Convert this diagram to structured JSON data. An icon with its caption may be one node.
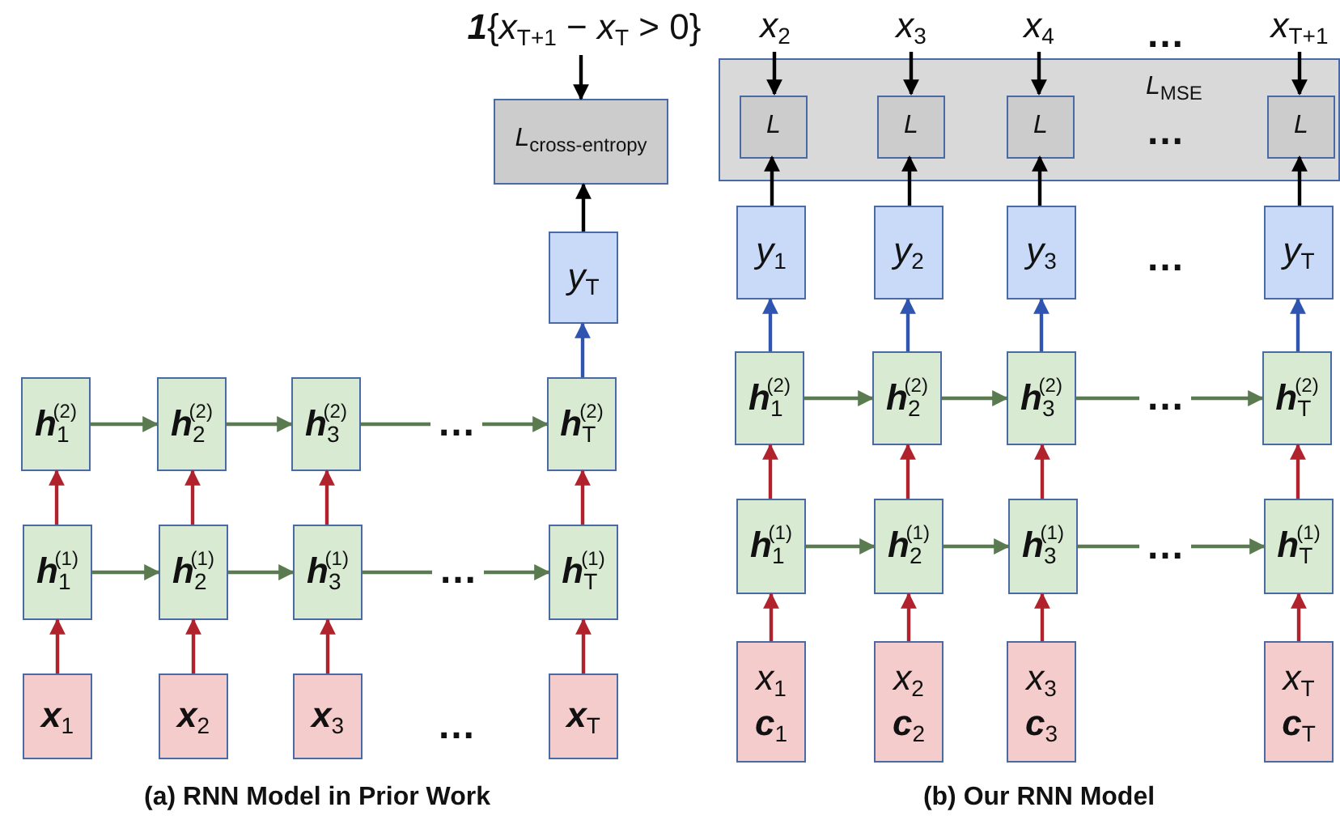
{
  "diagram": {
    "nodes": [
      {
        "text": [
          "**1**{*x*$_{T+1}$ − *x*$_{T}$ > 0}"
        ]
      },
      {
        "text": [
          "*L*$_{cross-entropy}$"
        ]
      },
      {
        "text": [
          "*y*$_{T}$"
        ]
      },
      {
        "text": [
          "**h**$_{1}$$^{(2)}$"
        ]
      },
      {
        "text": [
          "**h**$_{2}$$^{(2)}$"
        ]
      },
      {
        "text": [
          "**h**$_{3}$$^{(2)}$"
        ]
      },
      {
        "text": [
          "**h**$_{T}$$^{(2)}$"
        ]
      },
      {
        "text": [
          "**h**$_{1}$$^{(1)}$"
        ]
      },
      {
        "text": [
          "**h**$_{2}$$^{(1)}$"
        ]
      },
      {
        "text": [
          "**h**$_{3}$$^{(1)}$"
        ]
      },
      {
        "text": [
          "**h**$_{T}$$^{(1)}$"
        ]
      },
      {
        "text": [
          "**x**$_{1}$"
        ]
      },
      {
        "text": [
          "**x**$_{2}$"
        ]
      },
      {
        "text": [
          "**x**$_{3}$"
        ]
      },
      {
        "text": [
          "**x**$_{T}$"
        ]
      },
      {
        "text": [
          "*x*$_{2}$"
        ]
      },
      {
        "text": [
          "*x*$_{3}$"
        ]
      },
      {
        "text": [
          "*x*$_{4}$"
        ]
      },
      {
        "text": [
          "*x*$_{T+1}$"
        ]
      },
      {
        "text": [
          "*L*$_{MSE}$"
        ]
      },
      {
        "text": [
          "*L*"
        ],
        "in": 19
      },
      {
        "text": [
          "*L*"
        ],
        "in": 19
      },
      {
        "text": [
          "*L*"
        ],
        "in": 19
      },
      {
        "text": [
          "*L*"
        ],
        "in": 19
      },
      {
        "text": [
          "*y*$_{1}$"
        ]
      },
      {
        "text": [
          "*y*$_{2}$"
        ]
      },
      {
        "text": [
          "*y*$_{3}$"
        ]
      },
      {
        "text": [
          "*y*$_{T}$"
        ]
      },
      {
        "text": [
          "**h**$_{1}$$^{(2)}$"
        ]
      },
      {
        "text": [
          "**h**$_{2}$$^{(2)}$"
        ]
      },
      {
        "text": [
          "**h**$_{3}$$^{(2)}$"
        ]
      },
      {
        "text": [
          "**h**$_{T}$$^{(2)}$"
        ]
      },
      {
        "text": [
          "**h**$_{1}$$^{(1)}$"
        ]
      },
      {
        "text": [
          "**h**$_{2}$$^{(1)}$"
        ]
      },
      {
        "text": [
          "**h**$_{3}$$^{(1)}$"
        ]
      },
      {
        "text": [
          "**h**$_{T}$$^{(1)}$"
        ]
      },
      {
        "text": [
          "*x*$_{1}$",
          "**c**$_{1}$"
        ]
      },
      {
        "text": [
          "*x*$_{2}$",
          "**c**$_{2}$"
        ]
      },
      {
        "text": [
          "*x*$_{3}$",
          "**c**$_{3}$"
        ]
      },
      {
        "text": [
          "*x*$_{T}$",
          "**c**$_{T}$"
        ]
      }
    ],
    "edges": [
      {
        "from": 0,
        "to": 1,
        "arrow": "to",
        "color": "#000000"
      },
      {
        "from": 2,
        "to": 1,
        "arrow": "to",
        "color": "#000000"
      },
      {
        "from": 6,
        "to": 2,
        "arrow": "to",
        "color": "#2f55b0"
      },
      {
        "from": 3,
        "to": 4,
        "arrow": "to",
        "color": "#5a7a50"
      },
      {
        "from": 4,
        "to": 5,
        "arrow": "to",
        "color": "#5a7a50"
      },
      {
        "from": 5,
        "to": 6,
        "arrow": "to",
        "color": "#5a7a50"
      },
      {
        "from": 7,
        "to": 3,
        "arrow": "to"
      },
      {
        "from": 8,
        "to": 4,
        "arrow": "to"
      },
      {
        "from": 9,
        "to": 5,
        "arrow": "to"
      },
      {
        "from": 10,
        "to": 6,
        "arrow": "to"
      },
      {
        "from": 7,
        "to": 8,
        "arrow": "to",
        "color": "#5a7a50"
      },
      {
        "from": 8,
        "to": 9,
        "arrow": "to",
        "color": "#5a7a50"
      },
      {
        "from": 9,
        "to": 10,
        "arrow": "to",
        "color": "#5a7a50"
      },
      {
        "from": 11,
        "to": 7,
        "arrow": "to"
      },
      {
        "from": 12,
        "to": 8,
        "arrow": "to"
      },
      {
        "from": 13,
        "to": 9,
        "arrow": "to"
      },
      {
        "from": 14,
        "to": 10,
        "arrow": "to"
      },
      {
        "from": 15,
        "to": 20,
        "arrow": "to",
        "color": "#000000"
      },
      {
        "from": 16,
        "to": 21,
        "arrow": "to",
        "color": "#000000"
      },
      {
        "from": 17,
        "to": 22,
        "arrow": "to",
        "color": "#000000"
      },
      {
        "from": 18,
        "to": 23,
        "arrow": "to",
        "color": "#000000"
      },
      {
        "from": 24,
        "to": 20,
        "arrow": "to",
        "color": "#000000"
      },
      {
        "from": 25,
        "to": 21,
        "arrow": "to",
        "color": "#000000"
      },
      {
        "from": 26,
        "to": 22,
        "arrow": "to",
        "color": "#000000"
      },
      {
        "from": 27,
        "to": 23,
        "arrow": "to",
        "color": "#000000"
      },
      {
        "from": 28,
        "to": 24,
        "arrow": "to",
        "color": "#2f55b0"
      },
      {
        "from": 29,
        "to": 25,
        "arrow": "to",
        "color": "#2f55b0"
      },
      {
        "from": 30,
        "to": 26,
        "arrow": "to",
        "color": "#2f55b0"
      },
      {
        "from": 31,
        "to": 27,
        "arrow": "to",
        "color": "#2f55b0"
      },
      {
        "from": 28,
        "to": 29,
        "arrow": "to",
        "color": "#5a7a50"
      },
      {
        "from": 29,
        "to": 30,
        "arrow": "to",
        "color": "#5a7a50"
      },
      {
        "from": 30,
        "to": 31,
        "arrow": "to",
        "color": "#5a7a50"
      },
      {
        "from": 32,
        "to": 28,
        "arrow": "to"
      },
      {
        "from": 33,
        "to": 29,
        "arrow": "to"
      },
      {
        "from": 34,
        "to": 30,
        "arrow": "to"
      },
      {
        "from": 35,
        "to": 31,
        "arrow": "to"
      },
      {
        "from": 32,
        "to": 33,
        "arrow": "to",
        "color": "#5a7a50"
      },
      {
        "from": 33,
        "to": 34,
        "arrow": "to",
        "color": "#5a7a50"
      },
      {
        "from": 34,
        "to": 35,
        "arrow": "to",
        "color": "#5a7a50"
      },
      {
        "from": 36,
        "to": 32,
        "arrow": "to"
      },
      {
        "from": 37,
        "to": 33,
        "arrow": "to"
      },
      {
        "from": 38,
        "to": 34,
        "arrow": "to"
      },
      {
        "from": 39,
        "to": 35,
        "arrow": "to"
      }
    ],
    "labels": [
      "…",
      "…",
      "…",
      "…",
      "…",
      "…",
      "…",
      "…",
      "(a)  RNN Model in Prior Work",
      "(b)  Our RNN Model"
    ]
  }
}
